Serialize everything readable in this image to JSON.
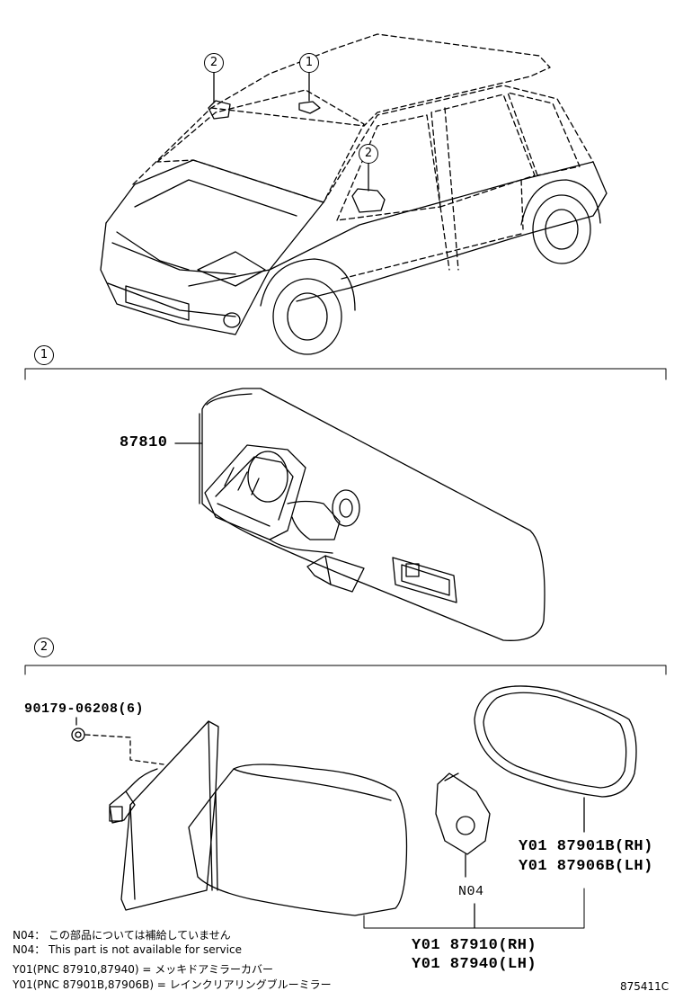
{
  "callouts": {
    "c1": "1",
    "c2_left": "2",
    "c2_right": "2"
  },
  "sections": {
    "s1": "1",
    "s2": "2"
  },
  "parts": {
    "p87810": "87810",
    "screw": "90179-06208(6)",
    "glass_rh": "Y01 87901B(RH)",
    "glass_lh": "Y01 87906B(LH)",
    "n04": "N04",
    "mirror_rh": "Y01 87910(RH)",
    "mirror_lh": "Y01 87940(LH)"
  },
  "notes": {
    "line1": "N04：  この部品については補給していません",
    "line2": "N04：  This part is not available for service",
    "line3": "Y01(PNC 87910,87940) = メッキドアミラーカバー",
    "line4": "Y01(PNC 87901B,87906B) = レインクリアリングブルーミラー"
  },
  "diagram_code": "875411C"
}
